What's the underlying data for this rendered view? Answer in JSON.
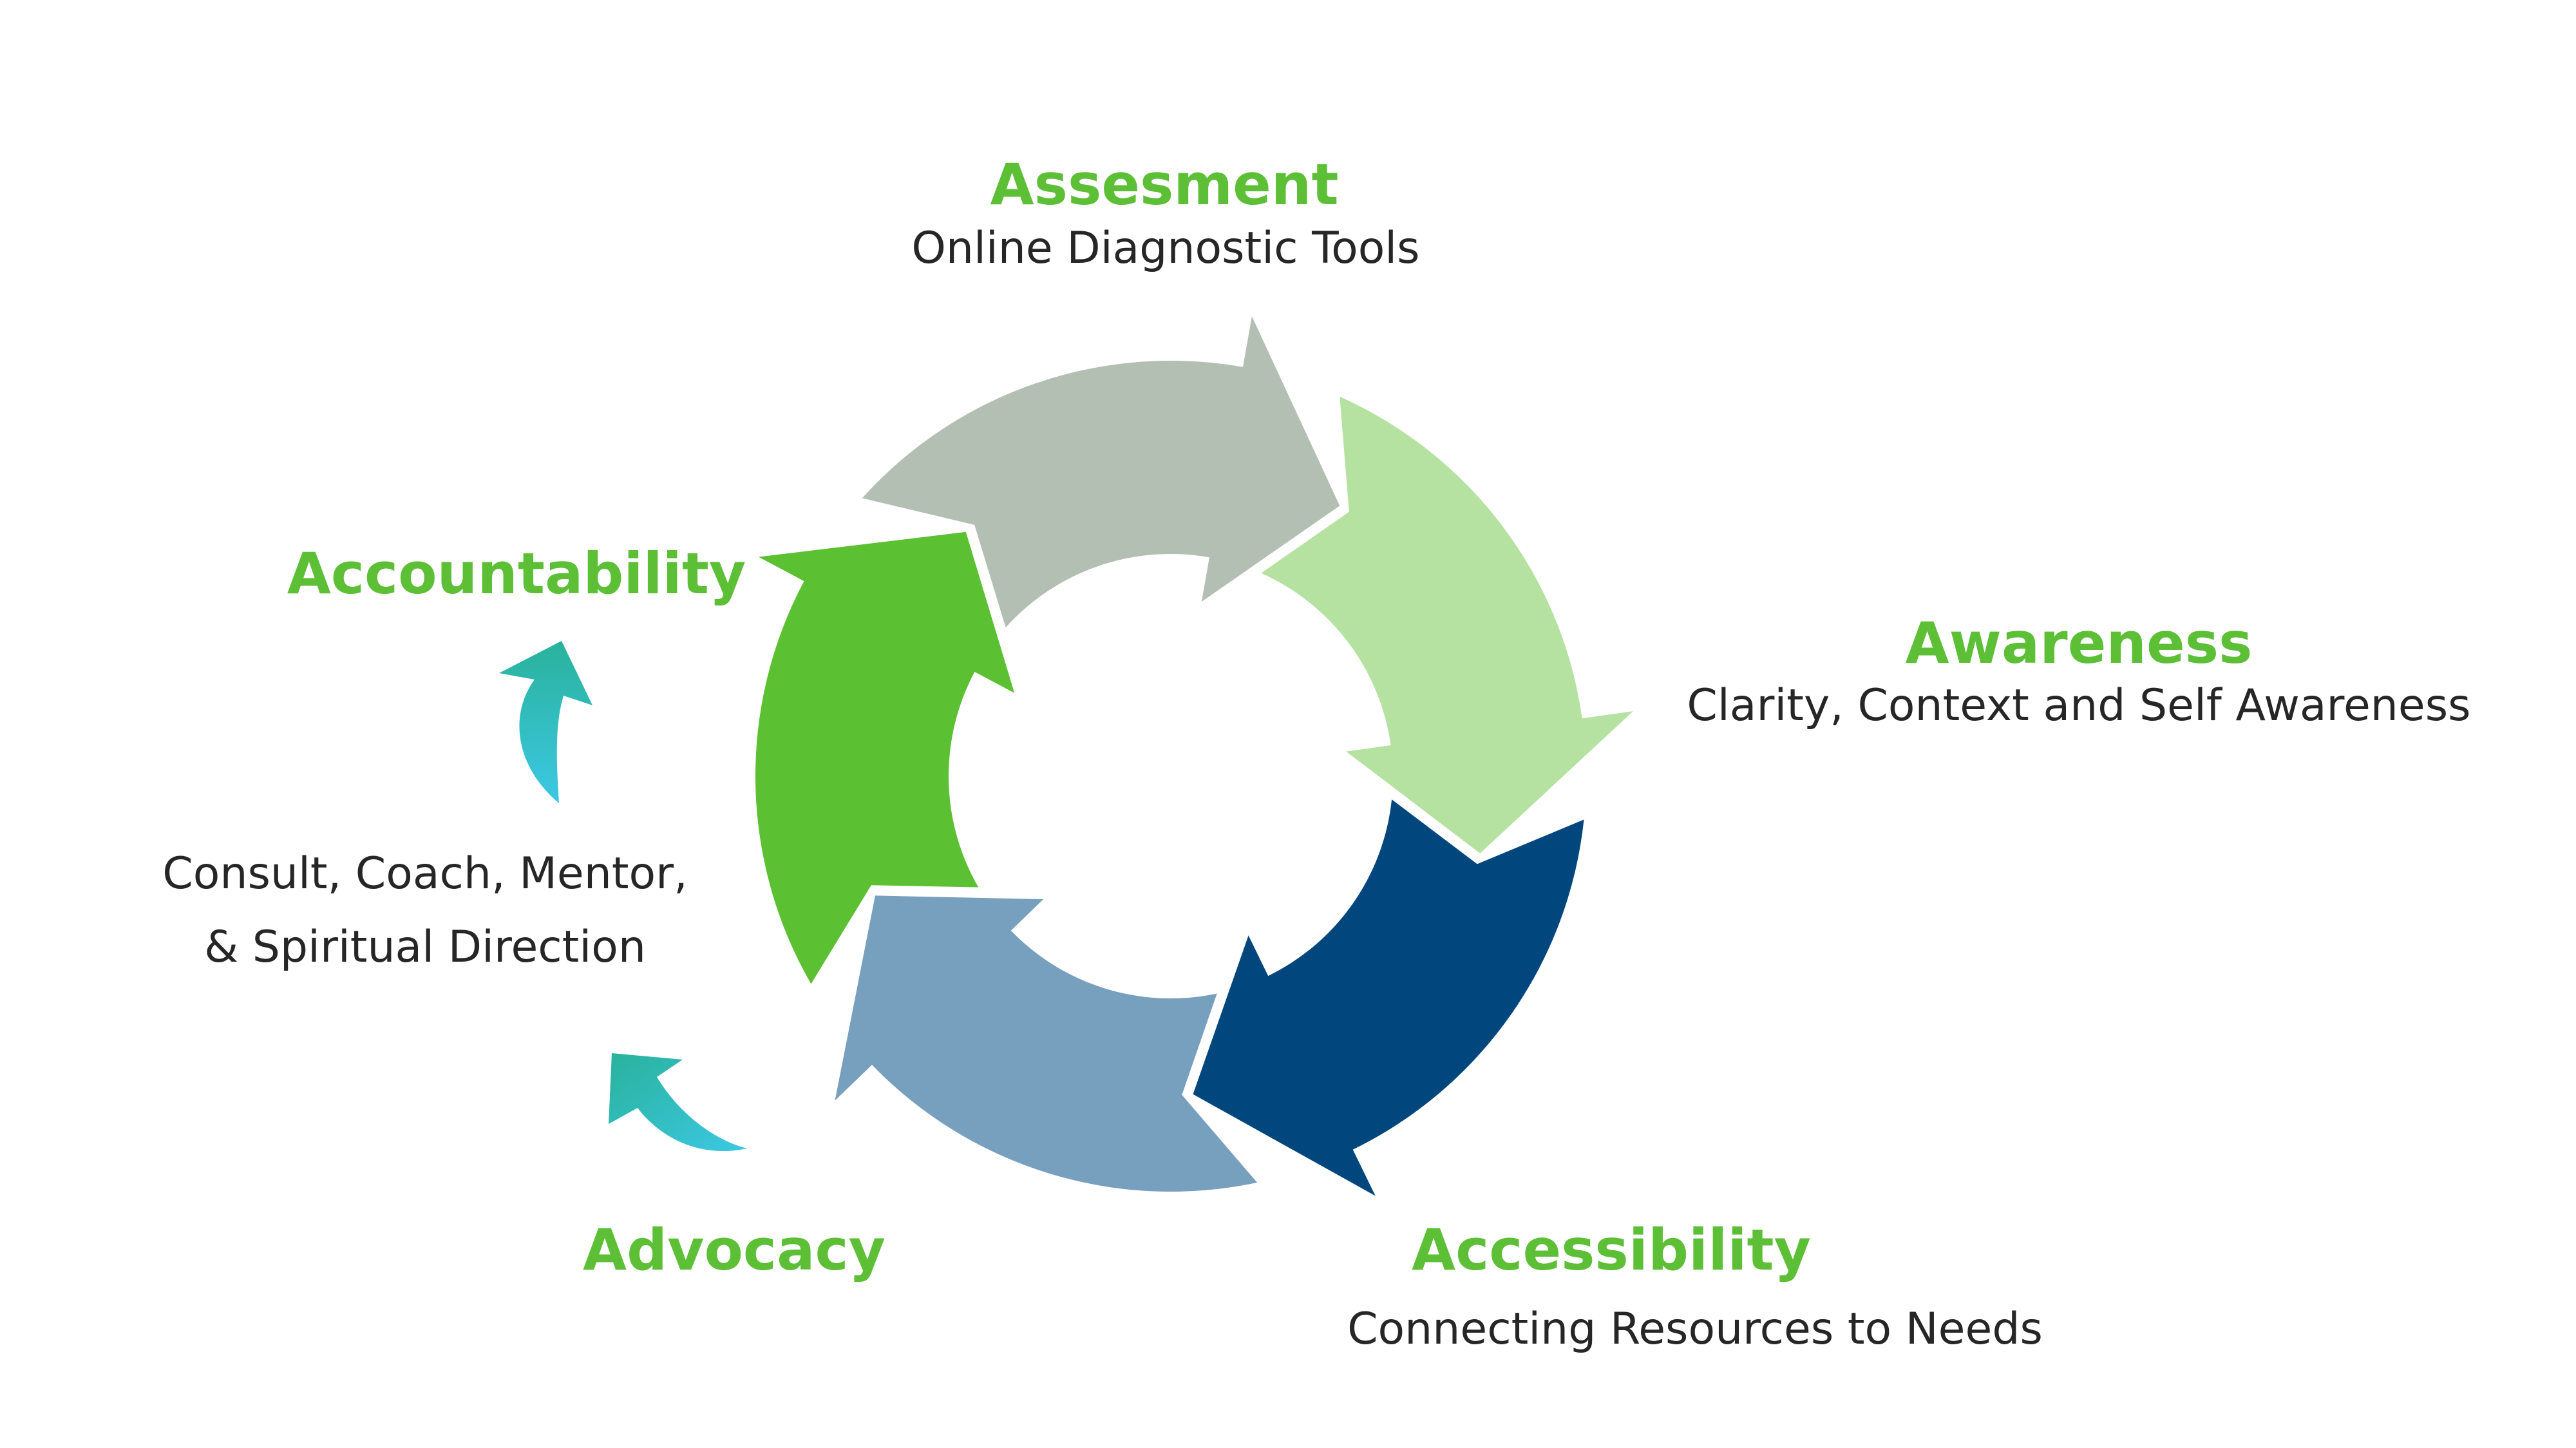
{
  "colors": {
    "heading": "#5cbf36",
    "body_text": "#262626",
    "arrow_assessment": "#b4bfb3",
    "arrow_awareness": "#b5e2a1",
    "arrow_accessibility": "#01467c",
    "arrow_advocacy": "#779fbe",
    "arrow_accountability": "#5cc033",
    "small_arrow_top": "#29b29b",
    "small_arrow_bottom": "#3cc3e0"
  },
  "icons": {
    "small_arrow_upper": "curved-up-arrow-icon",
    "small_arrow_lower": "curved-up-left-arrow-icon"
  },
  "stages": {
    "assessment": {
      "title": "Assesment",
      "subtitle": "Online Diagnostic Tools"
    },
    "awareness": {
      "title": "Awareness",
      "subtitle": "Clarity, Context and Self Awareness"
    },
    "accessibility": {
      "title": "Accessibility",
      "subtitle": "Connecting Resources to Needs"
    },
    "advocacy": {
      "title": "Advocacy"
    },
    "accountability": {
      "title": "Accountability"
    }
  },
  "support_note": {
    "line1": "Consult, Coach, Mentor,",
    "line2": "& Spiritual Direction"
  }
}
